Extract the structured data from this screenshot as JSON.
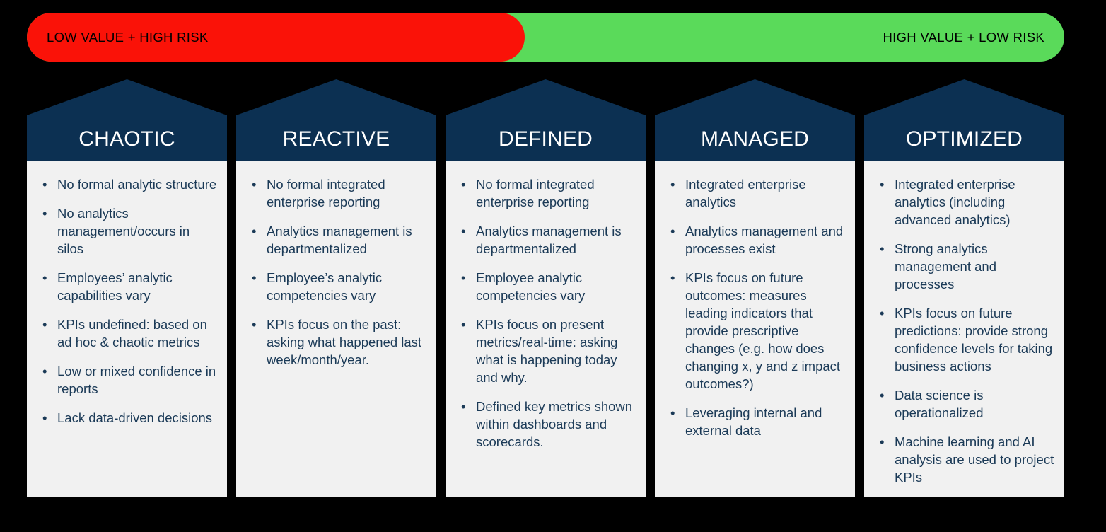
{
  "banner": {
    "left_label": "LOW VALUE + HIGH RISK",
    "right_label": "HIGH VALUE + LOW RISK",
    "red_color": "#fa1208",
    "green_color": "#5ada5a"
  },
  "theme": {
    "header_navy": "#0c3052",
    "body_gray": "#f1f1f1",
    "text_navy": "#1b3a57",
    "background": "#000000"
  },
  "bullet_glyph": "•",
  "stages": [
    {
      "title": "CHAOTIC",
      "bullets": [
        "No formal analytic structure",
        "No analytics management/occurs in silos",
        "Employees’ analytic capabilities vary",
        "KPIs undefined: based on ad hoc & chaotic metrics",
        "Low or mixed confidence in reports",
        "Lack data-driven decisions"
      ]
    },
    {
      "title": "REACTIVE",
      "bullets": [
        "No formal integrated enterprise reporting",
        "Analytics management is departmentalized",
        "Employee’s analytic competencies vary",
        "KPIs focus on the past: asking what happened last week/month/year."
      ]
    },
    {
      "title": "DEFINED",
      "bullets": [
        "No formal integrated enterprise reporting",
        "Analytics management is departmentalized",
        "Employee analytic competencies vary",
        "KPIs focus on present metrics/real-time: asking what is happening today and why.",
        "Defined key metrics shown within dashboards and scorecards."
      ]
    },
    {
      "title": "MANAGED",
      "bullets": [
        "Integrated enterprise analytics",
        "Analytics management and processes exist",
        "KPIs focus on future outcomes: measures leading indicators that provide prescriptive changes (e.g. how does changing x, y and z impact outcomes?)",
        "Leveraging internal and external data"
      ]
    },
    {
      "title": "OPTIMIZED",
      "bullets": [
        "Integrated enterprise analytics (including advanced analytics)",
        "Strong analytics management and processes",
        "KPIs focus on future predictions: provide strong confidence levels for taking business actions",
        "Data science is operationalized",
        "Machine learning and AI analysis are used to project KPIs"
      ]
    }
  ]
}
